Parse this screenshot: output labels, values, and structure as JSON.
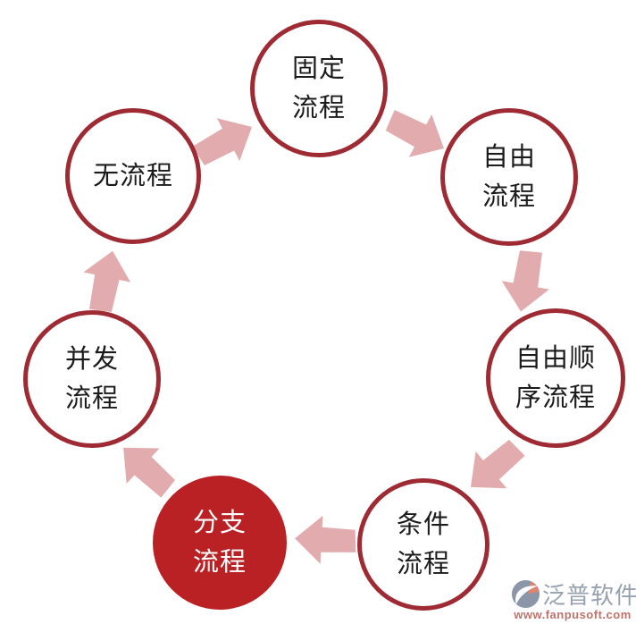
{
  "diagram": {
    "type": "cycle",
    "direction": "clockwise",
    "nodes": [
      {
        "id": "fixed",
        "label": "固定流程",
        "lines": [
          "固定",
          "流程"
        ],
        "variant": "outline"
      },
      {
        "id": "free",
        "label": "自由流程",
        "lines": [
          "自由",
          "流程"
        ],
        "variant": "outline"
      },
      {
        "id": "free-order",
        "label": "自由顺序流程",
        "lines": [
          "自由顺",
          "序流程"
        ],
        "variant": "outline"
      },
      {
        "id": "condition",
        "label": "条件流程",
        "lines": [
          "条件",
          "流程"
        ],
        "variant": "outline"
      },
      {
        "id": "branch",
        "label": "分支流程",
        "lines": [
          "分支",
          "流程"
        ],
        "variant": "filled"
      },
      {
        "id": "concurrent",
        "label": "并发流程",
        "lines": [
          "并发",
          "流程"
        ],
        "variant": "outline"
      },
      {
        "id": "none",
        "label": "无流程",
        "lines": [
          "无流程"
        ],
        "variant": "outline"
      }
    ],
    "arrows": [
      {
        "from": "无流程",
        "to": "固定流程"
      },
      {
        "from": "固定流程",
        "to": "自由流程"
      },
      {
        "from": "自由流程",
        "to": "自由顺序流程"
      },
      {
        "from": "自由顺序流程",
        "to": "条件流程"
      },
      {
        "from": "条件流程",
        "to": "分支流程"
      },
      {
        "from": "分支流程",
        "to": "并发流程"
      },
      {
        "from": "并发流程",
        "to": "无流程"
      }
    ],
    "colors": {
      "circle_border": "#9e2b33",
      "circle_fill": "#ffffff",
      "highlight_fill": "#b92125",
      "highlight_text": "#ffffff",
      "arrow_fill": "#e2acae",
      "text": "#1b1b1b"
    }
  },
  "watermark": {
    "brand": "泛普软件",
    "url": "www.fanpusoft.com",
    "logo_icon": "fanpu-logo",
    "brand_color": "#97a1b0",
    "url_color": "#c0736b"
  }
}
